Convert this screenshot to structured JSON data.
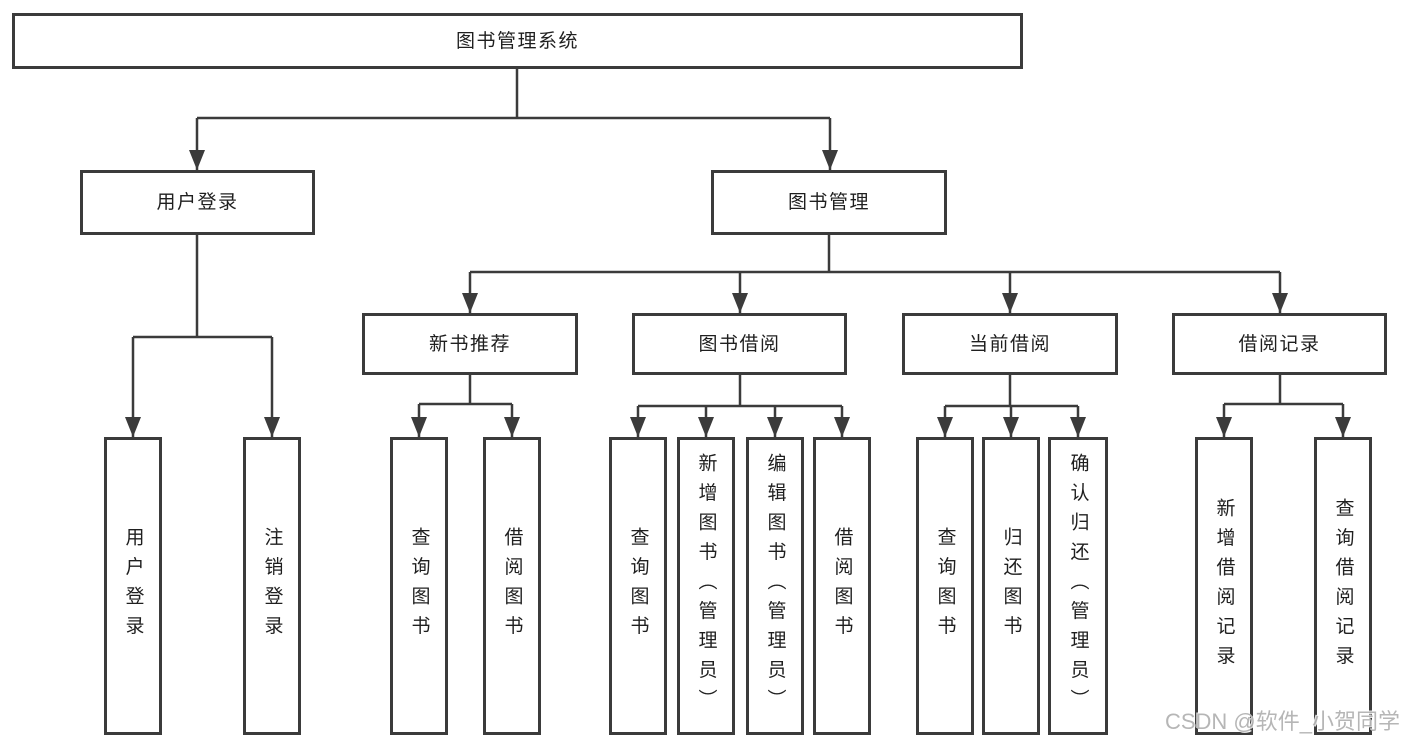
{
  "tree": {
    "label": "图书管理系统",
    "children": [
      {
        "label": "用户登录",
        "children": [
          {
            "label": "用户登录"
          },
          {
            "label": "注销登录"
          }
        ]
      },
      {
        "label": "图书管理",
        "children": [
          {
            "label": "新书推荐",
            "children": [
              {
                "label": "查询图书"
              },
              {
                "label": "借阅图书"
              }
            ]
          },
          {
            "label": "图书借阅",
            "children": [
              {
                "label": "查询图书"
              },
              {
                "label": "新增图书（管理员）"
              },
              {
                "label": "编辑图书（管理员）"
              },
              {
                "label": "借阅图书"
              }
            ]
          },
          {
            "label": "当前借阅",
            "children": [
              {
                "label": "查询图书"
              },
              {
                "label": "归还图书"
              },
              {
                "label": "确认归还（管理员）"
              }
            ]
          },
          {
            "label": "借阅记录",
            "children": [
              {
                "label": "新增借阅记录"
              },
              {
                "label": "查询借阅记录"
              }
            ]
          }
        ]
      }
    ]
  },
  "watermark": {
    "text": "CSDN @软件_小贺同学"
  },
  "colors": {
    "line": "#3b3b3b",
    "box_border": "#3b3b3b",
    "box_fill": "#ffffff",
    "text": "#1f1f1f",
    "watermark": "#b2b2b2",
    "background": "#ffffff"
  }
}
